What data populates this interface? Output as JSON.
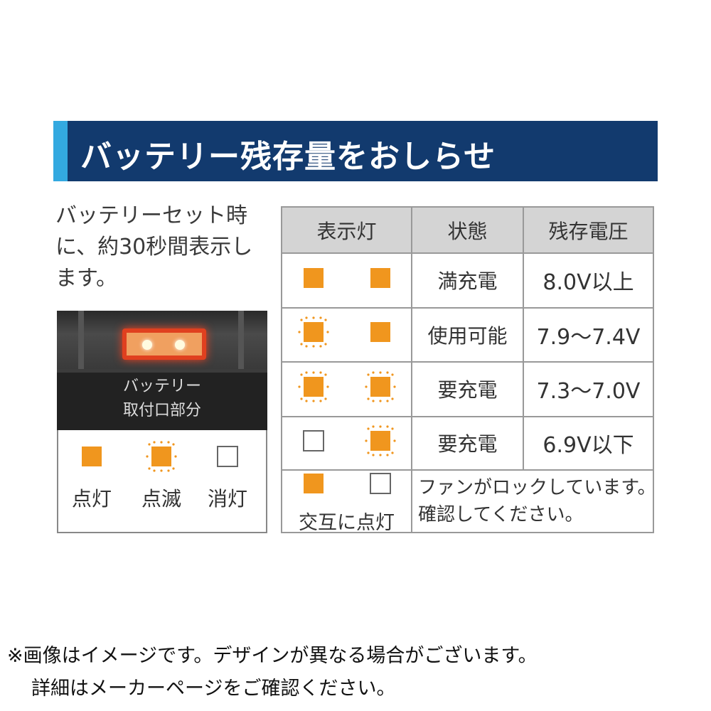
{
  "title": "バッテリー残存量をおしらせ",
  "intro": "バッテリーセット時に、約30秒間表示します。",
  "photo_label": [
    "バッテリー",
    "取付口部分"
  ],
  "legend": [
    {
      "state": "on",
      "label": "点灯"
    },
    {
      "state": "blink",
      "label": "点滅"
    },
    {
      "state": "off",
      "label": "消灯"
    }
  ],
  "table": {
    "headers": [
      "表示灯",
      "状態",
      "残存電圧"
    ],
    "rows": [
      {
        "lights": [
          "on",
          "on"
        ],
        "status": "満充電",
        "voltage": "8.0V以上"
      },
      {
        "lights": [
          "blink",
          "on"
        ],
        "status": "使用可能",
        "voltage": "7.9〜7.4V"
      },
      {
        "lights": [
          "blink",
          "blink"
        ],
        "status": "要充電",
        "voltage": "7.3〜7.0V"
      },
      {
        "lights": [
          "off",
          "blink"
        ],
        "status": "要充電",
        "voltage": "6.9V以下"
      }
    ],
    "last_row": {
      "lights": [
        "on",
        "off"
      ],
      "lights_label": "交互に点灯",
      "message": [
        "ファンがロックしています。",
        "確認してください。"
      ]
    }
  },
  "note": [
    "※画像はイメージです。デザインが異なる場合がございます。",
    "詳細はメーカーページをご確認ください。"
  ],
  "colors": {
    "navy": "#123a6e",
    "accent": "#33a9e0",
    "orange": "#f0961e"
  }
}
